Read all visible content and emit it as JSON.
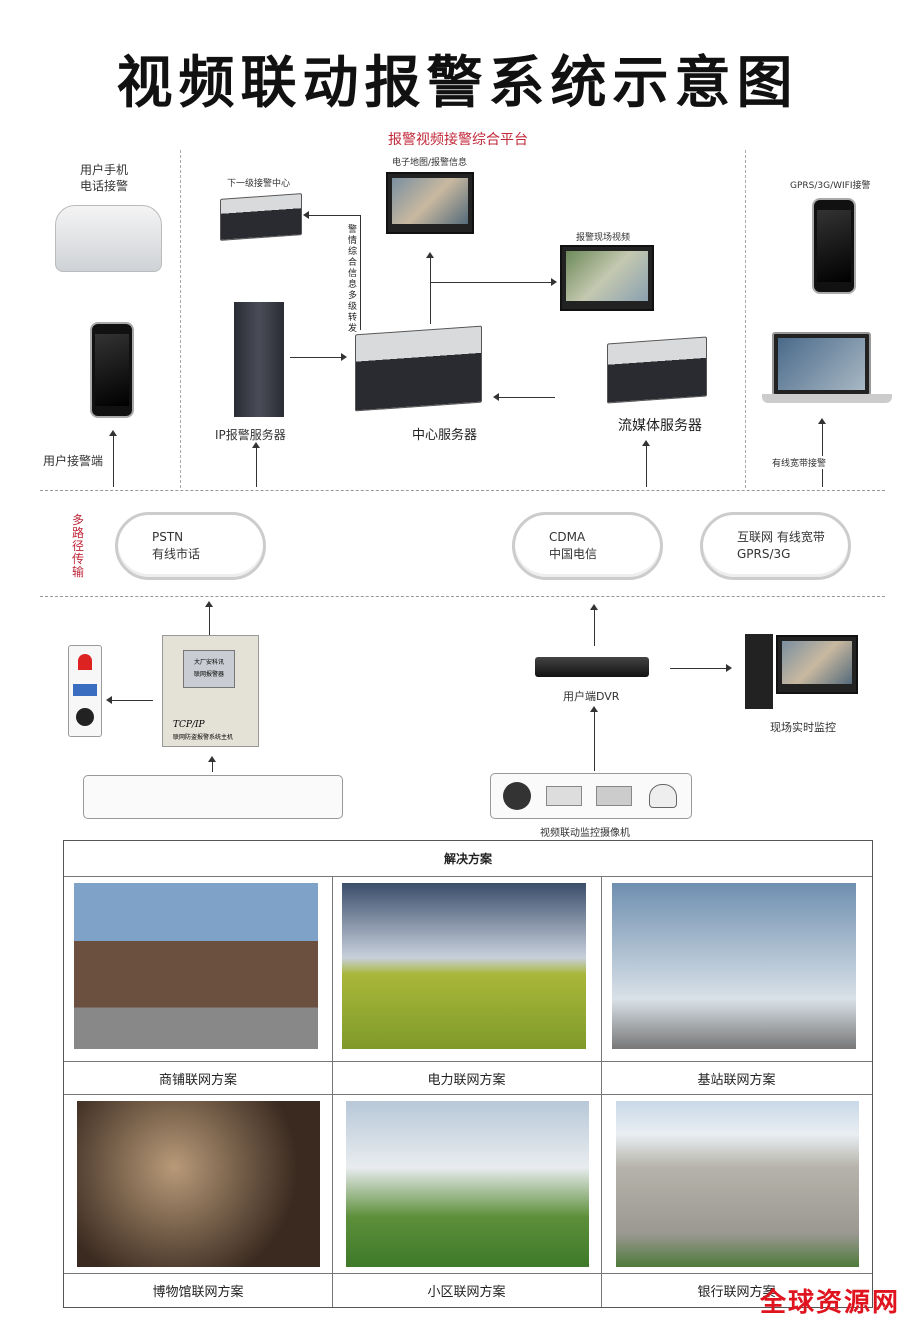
{
  "title": "视频联动报警系统示意图",
  "platform": "报警视频接警综合平台",
  "top": {
    "user_phone": "用户手机\n电话接警",
    "user_end": "用户接警端",
    "lower_center": "下一级接警中心",
    "emap": "电子地图/报警信息",
    "scene_video": "报警现场视频",
    "forward": "警情综合信息多级转发",
    "ip_server": "IP报警服务器",
    "center_server": "中心服务器",
    "stream_server": "流媒体服务器",
    "gprs": "GPRS/3G/WIFI接警",
    "broadband": "有线宽带接警"
  },
  "transmission": {
    "label": "多路径传输",
    "clouds": [
      "PSTN\n有线市话",
      "CDMA\n中国电信",
      "互联网 有线宽带\nGPRS/3G"
    ]
  },
  "bottom": {
    "host_screen": [
      "大厂安科讯",
      "联网报警器"
    ],
    "host_brand": "TCP/IP",
    "host_name": "联网防盗报警系统主机",
    "dvr": "用户端DVR",
    "monitor": "现场实时监控",
    "cameras": "视频联动监控摄像机"
  },
  "solutions": {
    "title": "解决方案",
    "items": [
      {
        "label": "商铺联网方案",
        "color": "#6b7f96"
      },
      {
        "label": "电力联网方案",
        "color": "#8ea33a"
      },
      {
        "label": "基站联网方案",
        "color": "#9fb4c8"
      },
      {
        "label": "博物馆联网方案",
        "color": "#5a4636"
      },
      {
        "label": "小区联网方案",
        "color": "#6fa04a"
      },
      {
        "label": "银行联网方案",
        "color": "#a9a9a2"
      }
    ]
  },
  "watermark": "全球资源网"
}
